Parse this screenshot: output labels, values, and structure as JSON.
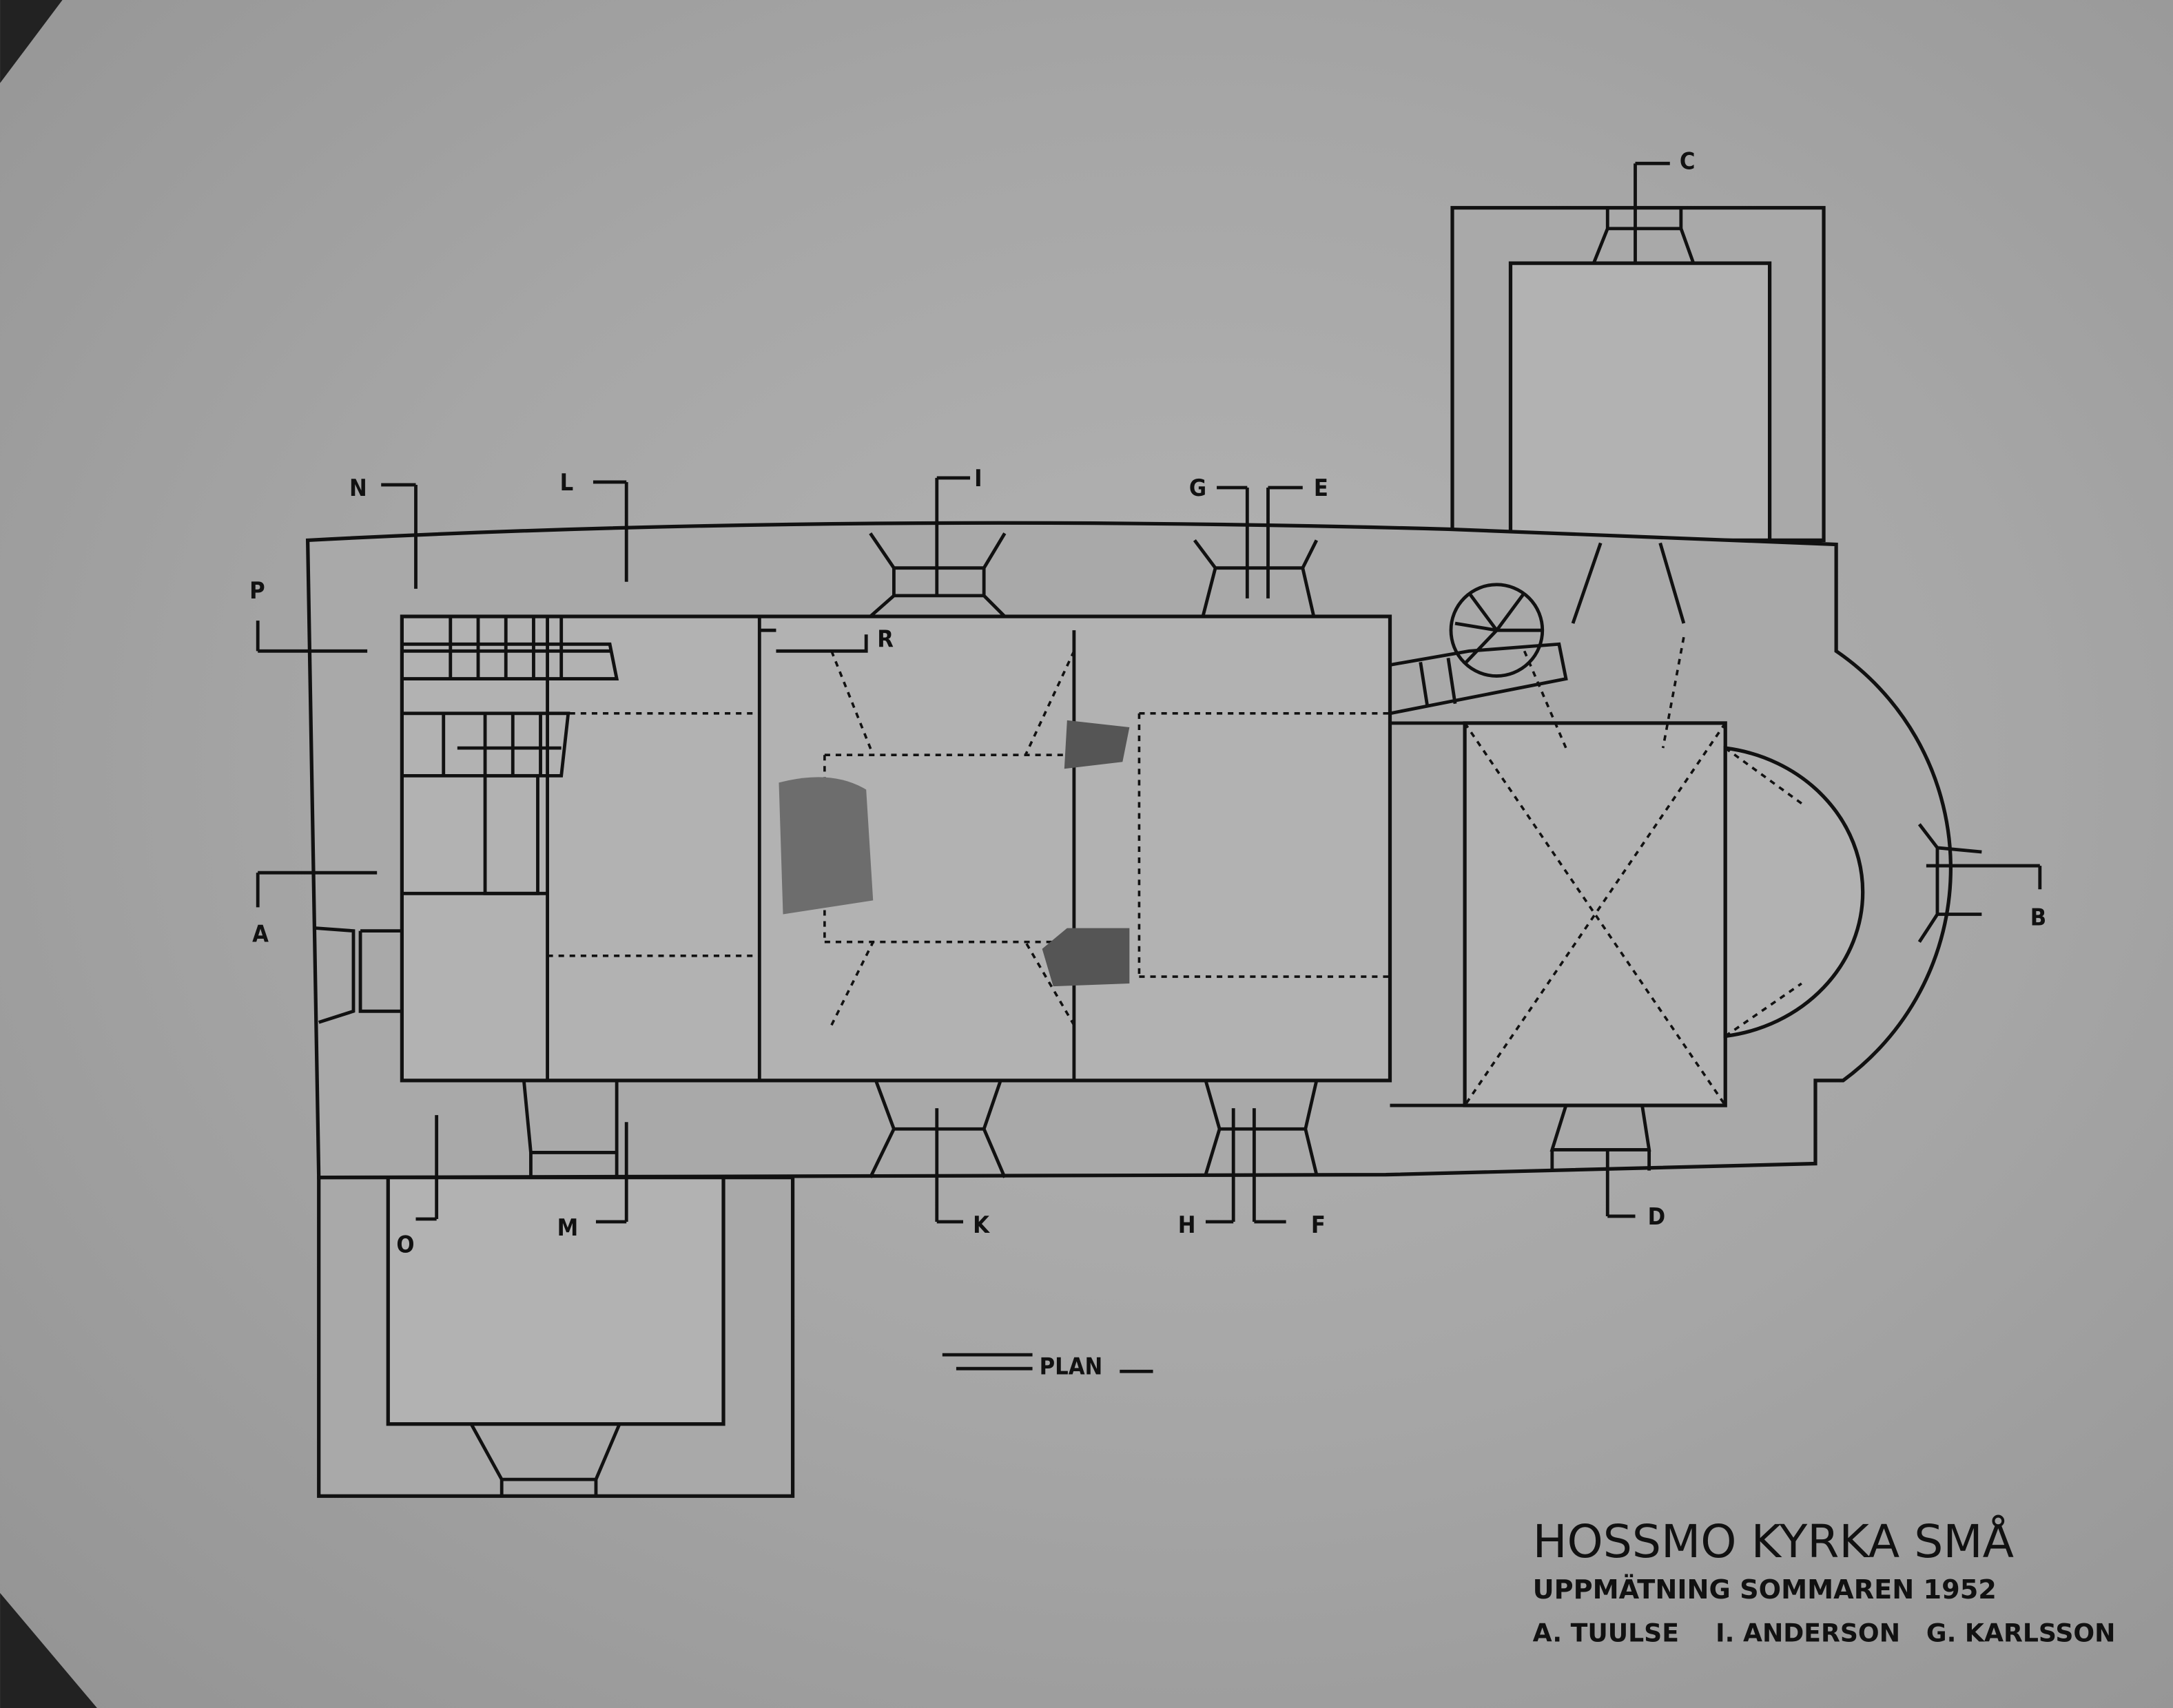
{
  "drawing": {
    "title": "HOSSMO KYRKA SMÅ",
    "subtitle": "UPPMÄTNING SOMMAREN 1952",
    "authors": [
      "A. TUULSE",
      "I. ANDERSON",
      "G. KARLSSON"
    ],
    "plan_label": "PLAN"
  },
  "section_markers": {
    "A": "A",
    "B": "B",
    "C": "C",
    "D": "D",
    "E": "E",
    "F": "F",
    "G": "G",
    "H": "H",
    "I": "I",
    "K": "K",
    "L": "L",
    "M": "M",
    "N": "N",
    "O": "O",
    "P": "P",
    "R": "R"
  },
  "colors": {
    "ink": "#111111",
    "paper": "#b0b0b0"
  }
}
